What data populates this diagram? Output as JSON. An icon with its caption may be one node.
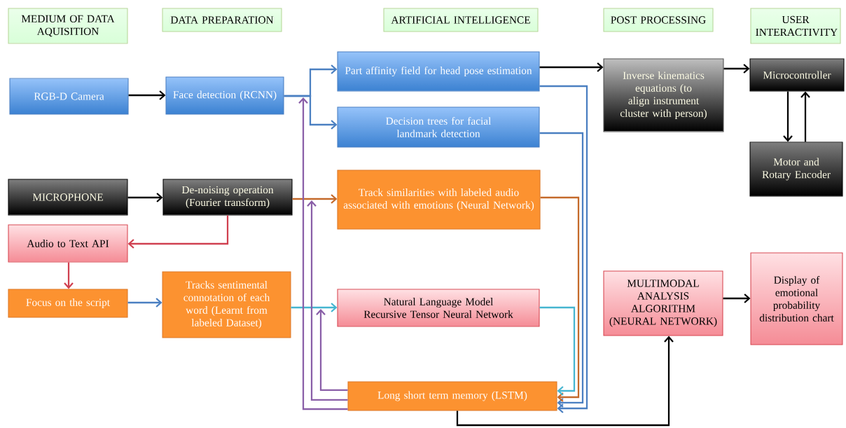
{
  "diagram": {
    "nodes": [
      {
        "text": [
          "MEDIUM OF DATA AQUISITION"
        ]
      },
      {
        "text": [
          "DATA PREPARATION"
        ]
      },
      {
        "text": [
          "ARTIFICIAL INTELLIGENCE"
        ]
      },
      {
        "text": [
          "POST PROCESSING"
        ]
      },
      {
        "text": [
          "USER INTERACTIVITY"
        ]
      },
      {
        "text": [
          "RGB-D Camera"
        ]
      },
      {
        "text": [
          "Face detection (RCNN)"
        ]
      },
      {
        "text": [
          "Part affinity field for head pose estimation"
        ]
      },
      {
        "text": [
          "Decision trees for facial landmark detection"
        ]
      },
      {
        "text": [
          "Inverse kinematics equations (to align instrument cluster with person)"
        ]
      },
      {
        "text": [
          "Microcontroller"
        ]
      },
      {
        "text": [
          "Motor and Rotary Encoder"
        ]
      },
      {
        "text": [
          "MICROPHONE"
        ]
      },
      {
        "text": [
          "De-noising operation (Fourier transform)"
        ]
      },
      {
        "text": [
          "Track similarities with labeled audio associated with emotions (Neural Network)"
        ]
      },
      {
        "text": [
          "Audio to Text API"
        ]
      },
      {
        "text": [
          "Focus on the script"
        ]
      },
      {
        "text": [
          "Tracks sentimental connotation of each word (Learnt from labeled Dataset)"
        ]
      },
      {
        "text": [
          "Natural Language Model Recursive Tensor Neural Network"
        ]
      },
      {
        "text": [
          "MULTIMODAL ANALYSIS ALGORITHM (NEURAL NETWORK)"
        ]
      },
      {
        "text": [
          "Display of emotional probability distribution chart"
        ]
      },
      {
        "text": [
          "Long short term memory (LSTM)"
        ]
      }
    ],
    "edges": [
      {
        "from": 5,
        "to": 6,
        "arrow": "to"
      },
      {
        "from": 6,
        "to": 7,
        "arrow": "to",
        "color": "#4a7fc1"
      },
      {
        "from": 6,
        "to": 8,
        "arrow": "to",
        "color": "#4a7fc1"
      },
      {
        "from": 7,
        "to": 9,
        "arrow": "to"
      },
      {
        "from": 9,
        "to": 10,
        "arrow": "to"
      },
      {
        "from": 10,
        "to": 11,
        "arrow": "to"
      },
      {
        "from": 11,
        "to": 10,
        "arrow": "to"
      },
      {
        "from": 12,
        "to": 13,
        "arrow": "to"
      },
      {
        "from": 13,
        "to": 14,
        "arrow": "to",
        "color": "#c4692a"
      },
      {
        "from": 13,
        "to": 15,
        "arrow": "to",
        "color": "#d04050"
      },
      {
        "from": 15,
        "to": 16,
        "arrow": "to",
        "color": "#d04050"
      },
      {
        "from": 16,
        "to": 17,
        "arrow": "to",
        "color": "#4a7fc1"
      },
      {
        "from": 17,
        "to": 18,
        "arrow": "to",
        "color": "#45b5d0"
      },
      {
        "from": 7,
        "to": 21,
        "arrow": "to",
        "color": "#4a7fc1"
      },
      {
        "from": 8,
        "to": 21,
        "arrow": "to",
        "color": "#4a7fc1"
      },
      {
        "from": 14,
        "to": 21,
        "arrow": "to",
        "color": "#c4692a"
      },
      {
        "from": 18,
        "to": 21,
        "arrow": "to",
        "color": "#45b5d0"
      },
      {
        "from": 21,
        "to": null,
        "arrow": "to",
        "color": "#8a5fa8"
      },
      {
        "from": 21,
        "to": null,
        "arrow": "to",
        "color": "#8a5fa8"
      },
      {
        "from": 21,
        "to": null,
        "arrow": "to",
        "color": "#8a5fa8"
      },
      {
        "from": 21,
        "to": 19,
        "arrow": "to"
      },
      {
        "from": 19,
        "to": 20,
        "arrow": "to"
      }
    ]
  }
}
